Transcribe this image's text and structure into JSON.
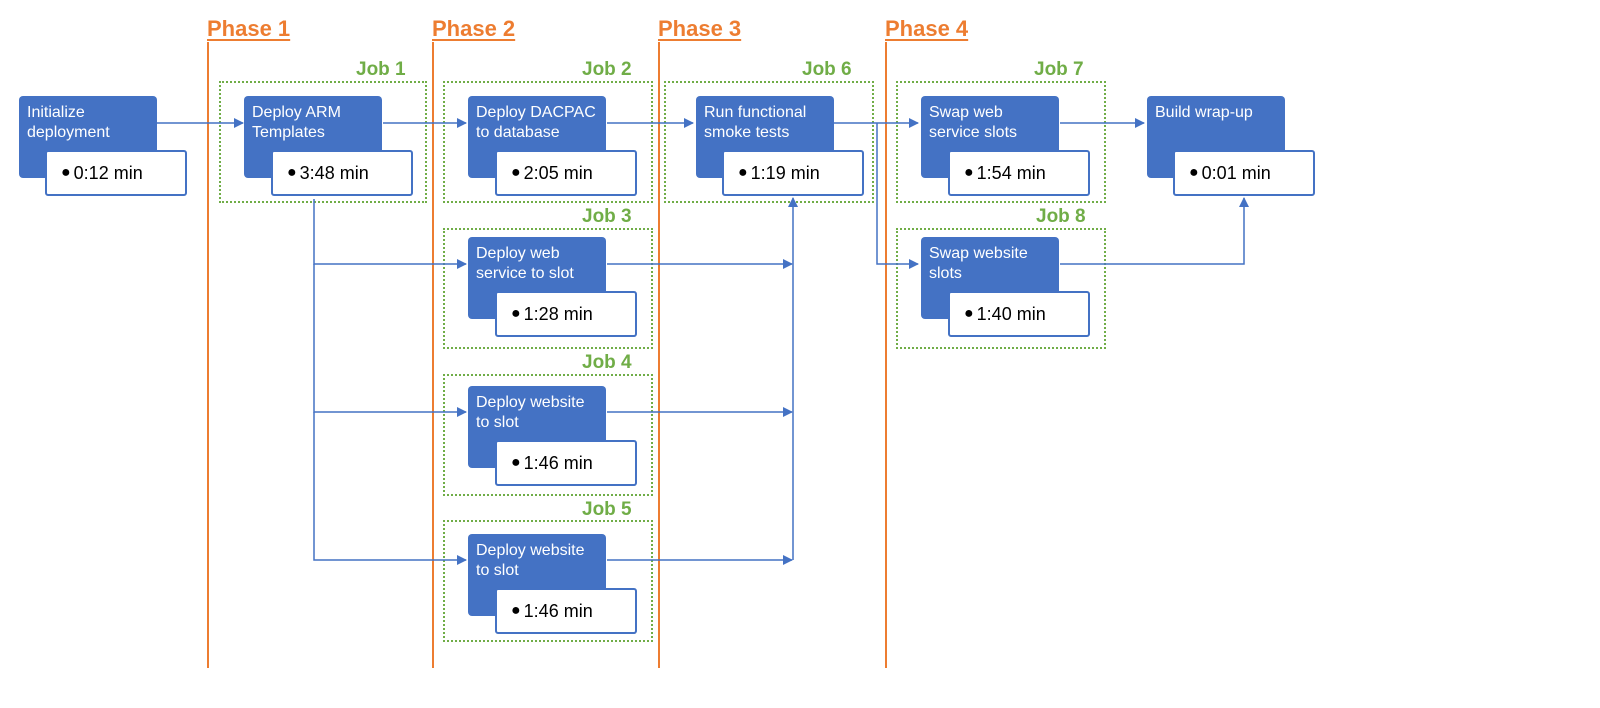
{
  "colors": {
    "phase": "#ED7D31",
    "job": "#70AD47",
    "step_fill": "#4472C4",
    "connector": "#4472C4"
  },
  "phases": [
    "Phase 1",
    "Phase 2",
    "Phase 3",
    "Phase 4"
  ],
  "jobs": [
    "Job 1",
    "Job 2",
    "Job 3",
    "Job 4",
    "Job 5",
    "Job 6",
    "Job 7",
    "Job 8"
  ],
  "steps": [
    {
      "title": "Initialize deployment",
      "duration": "0:12 min"
    },
    {
      "title": "Deploy ARM Templates",
      "duration": "3:48 min"
    },
    {
      "title": "Deploy DACPAC to database",
      "duration": "2:05 min"
    },
    {
      "title": "Deploy web service to slot",
      "duration": "1:28 min"
    },
    {
      "title": "Deploy website to slot",
      "duration": "1:46 min"
    },
    {
      "title": "Deploy website to slot",
      "duration": "1:46 min"
    },
    {
      "title": "Run functional smoke tests",
      "duration": "1:19 min"
    },
    {
      "title": "Swap web service slots",
      "duration": "1:54 min"
    },
    {
      "title": "Swap website slots",
      "duration": "1:40 min"
    },
    {
      "title": "Build wrap-up",
      "duration": "0:01 min"
    }
  ]
}
